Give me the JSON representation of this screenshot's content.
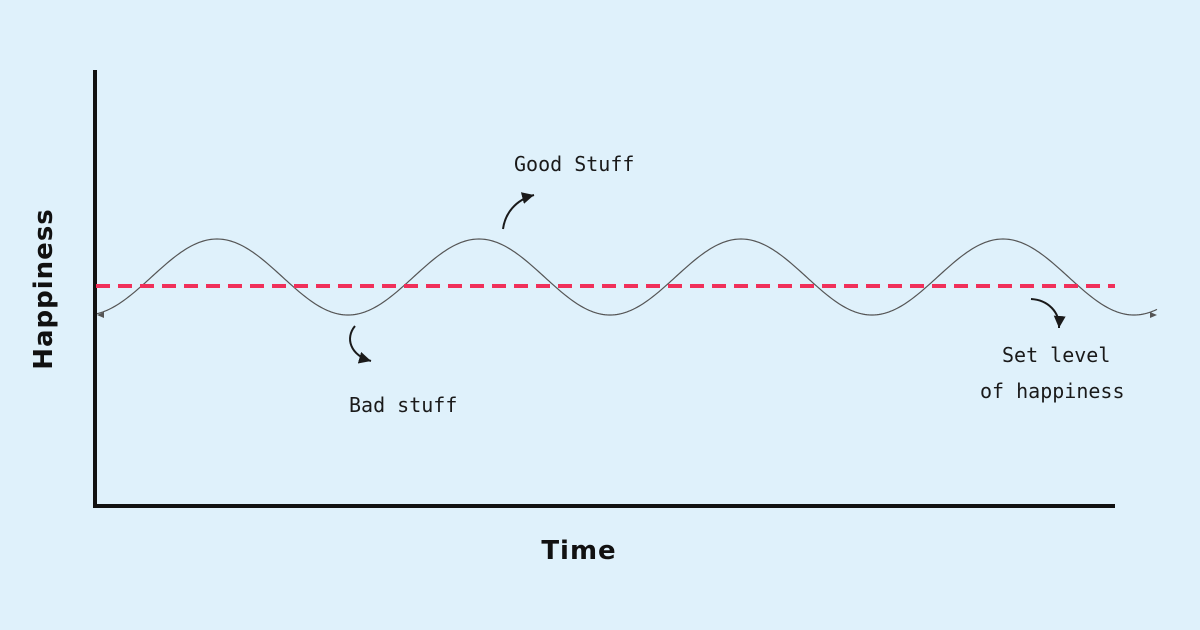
{
  "diagram": {
    "x_axis_label": "Time",
    "y_axis_label": "Happiness",
    "annotations": {
      "good": "Good Stuff",
      "bad": "Bad stuff",
      "set_level_line1": "Set level",
      "set_level_line2": "of happiness"
    },
    "colors": {
      "background": "#dff1fb",
      "axes": "#111111",
      "wave": "#555555",
      "set_level_line": "#f0305a"
    },
    "wave_cycles": 4
  }
}
